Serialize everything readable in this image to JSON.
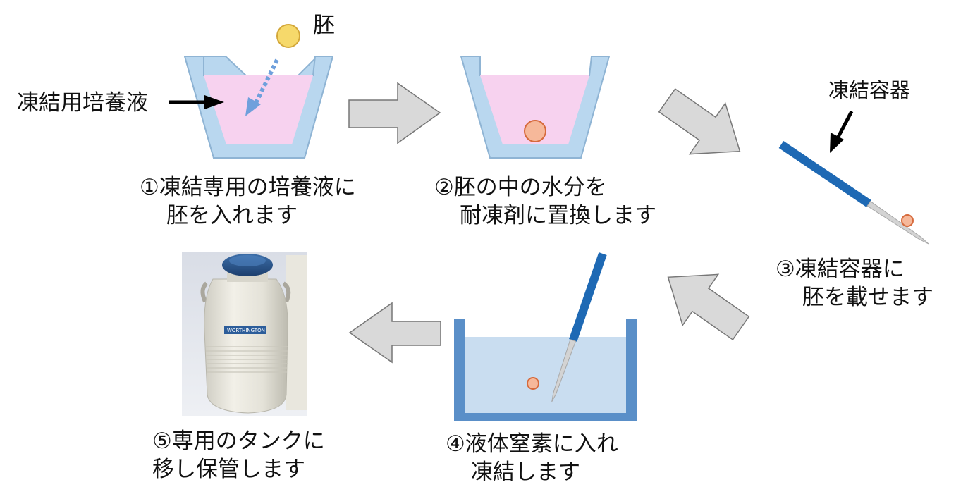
{
  "labels": {
    "embryo": "胚",
    "medium": "凍結用培養液",
    "container": "凍結容器",
    "tank_brand": "WORTHINGTON"
  },
  "steps": [
    {
      "line1": "①凍結専用の培養液に",
      "line2": "胚を入れます"
    },
    {
      "line1": "②胚の中の水分を",
      "line2": "耐凍剤に置換します"
    },
    {
      "line1": "③凍結容器に",
      "line2": "胚を載せます"
    },
    {
      "line1": "④液体窒素に入れ",
      "line2": "凍結します"
    },
    {
      "line1": "⑤専用のタンクに",
      "line2": "移し保管します"
    }
  ],
  "colors": {
    "cup_wall": "#b9d7ef",
    "cup_border": "#8fb4d4",
    "pink_medium": "#f7d2ef",
    "embryo_yellow": "#f6d96b",
    "embryo_orange": "#f6b89a",
    "arrow_gray": "#d9d9d9",
    "straw_blue": "#1e69b4",
    "nitrogen_blue": "#c9ddf0",
    "nitrogen_border": "#5a8fc8",
    "dotted_arrow": "#6fa0dc"
  }
}
